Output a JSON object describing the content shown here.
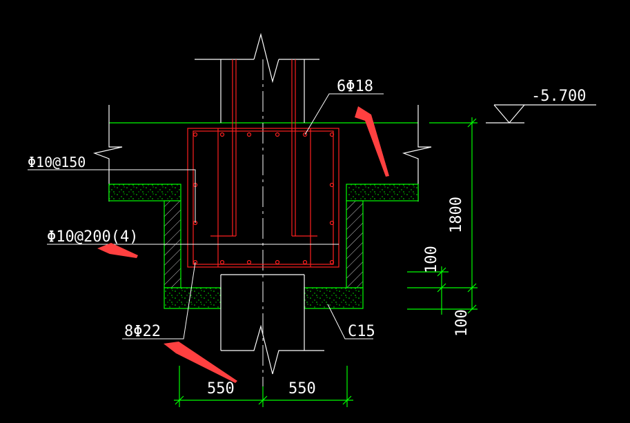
{
  "drawing": {
    "labels": {
      "elevation": "-5.700",
      "rebar_top": "6Φ18",
      "stirrup_a": "Φ10@150",
      "stirrup_b": "Φ10@200(4)",
      "rebar_bottom": "8Φ22",
      "concrete": "C15",
      "dim_height": "1800",
      "dim_100_a": "100",
      "dim_100_b": "100",
      "dim_left": "550",
      "dim_right": "550"
    },
    "colors": {
      "background": "#000000",
      "structure": "#ffffff",
      "concrete_outline": "#00ff00",
      "rebar": "#ff2020",
      "dimension": "#00ff00",
      "annotation_arrow": "#ff4040"
    }
  }
}
